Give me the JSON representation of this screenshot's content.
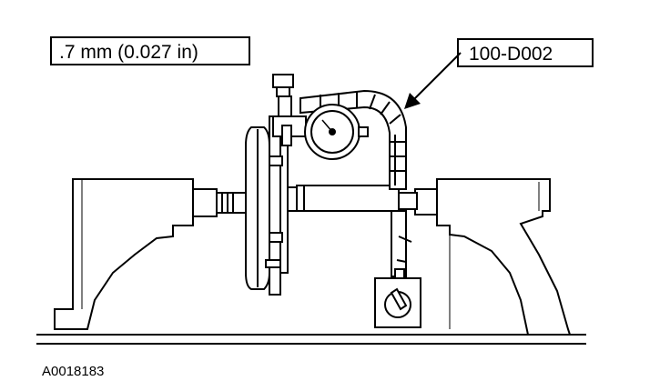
{
  "labels": {
    "runout_spec": ".7 mm (0.027 in)",
    "tool_number": "100-D002",
    "figure_id": "A0018183"
  },
  "colors": {
    "ink": "#000000",
    "paper": "#ffffff"
  }
}
